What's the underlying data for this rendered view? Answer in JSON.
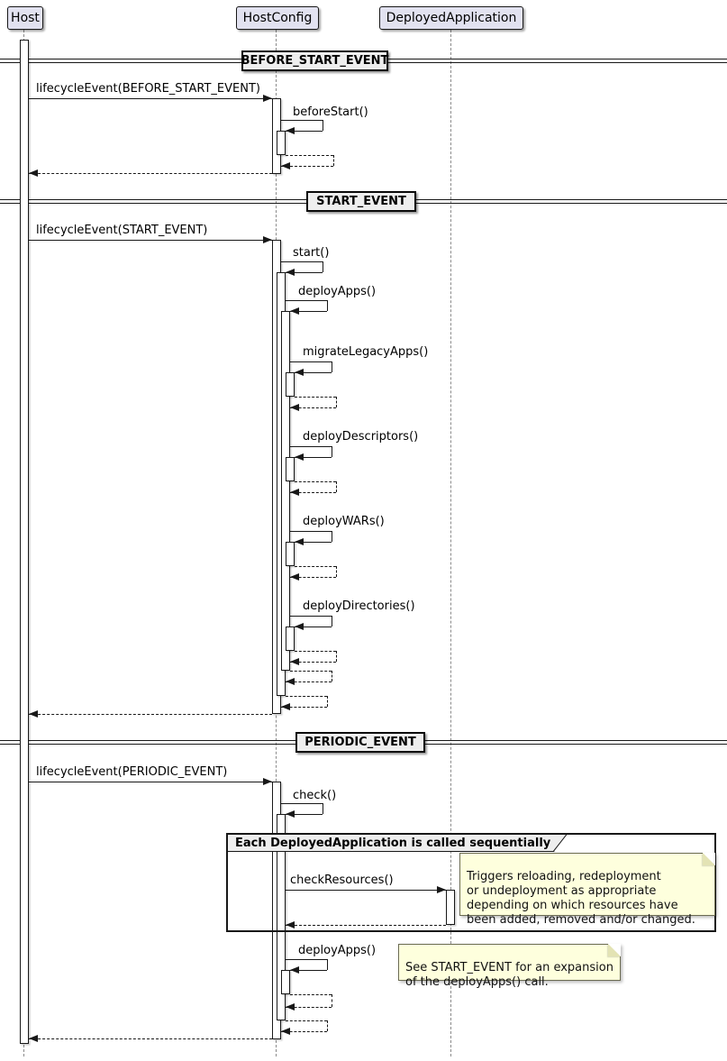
{
  "participants": [
    {
      "name": "Host"
    },
    {
      "name": "HostConfig"
    },
    {
      "name": "DeployedApplication"
    }
  ],
  "dividers": [
    {
      "label": "BEFORE_START_EVENT"
    },
    {
      "label": "START_EVENT"
    },
    {
      "label": "PERIODIC_EVENT"
    }
  ],
  "messages": {
    "lifecycle_before_start": "lifecycleEvent(BEFORE_START_EVENT)",
    "before_start": "beforeStart()",
    "lifecycle_start": "lifecycleEvent(START_EVENT)",
    "start": "start()",
    "deploy_apps": "deployApps()",
    "migrate_legacy_apps": "migrateLegacyApps()",
    "deploy_descriptors": "deployDescriptors()",
    "deploy_wars": "deployWARs()",
    "deploy_directories": "deployDirectories()",
    "lifecycle_periodic": "lifecycleEvent(PERIODIC_EVENT)",
    "check": "check()",
    "check_resources": "checkResources()",
    "deploy_apps_periodic": "deployApps()"
  },
  "frame": {
    "title": "Each DeployedApplication is called sequentially"
  },
  "notes": [
    {
      "text": "Triggers reloading, redeployment\nor undeployment as appropriate\ndepending on which resources have\nbeen added, removed and/or changed."
    },
    {
      "text": "See START_EVENT for an expansion\nof the deployApps() call."
    }
  ],
  "colors": {
    "participant_fill": "#E2E2F0",
    "border": "#181818",
    "divider_fill": "#EEEEEE",
    "note_fill": "#FEFFDD",
    "lifeline": "#8A8A8A"
  }
}
